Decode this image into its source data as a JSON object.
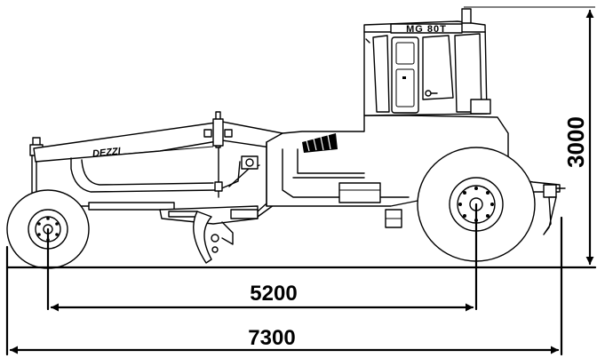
{
  "model_badge": "MG 80T",
  "brand_logo": "DEZZI",
  "dimensions": {
    "height": "3000",
    "wheelbase": "5200",
    "overall_length": "7300"
  }
}
